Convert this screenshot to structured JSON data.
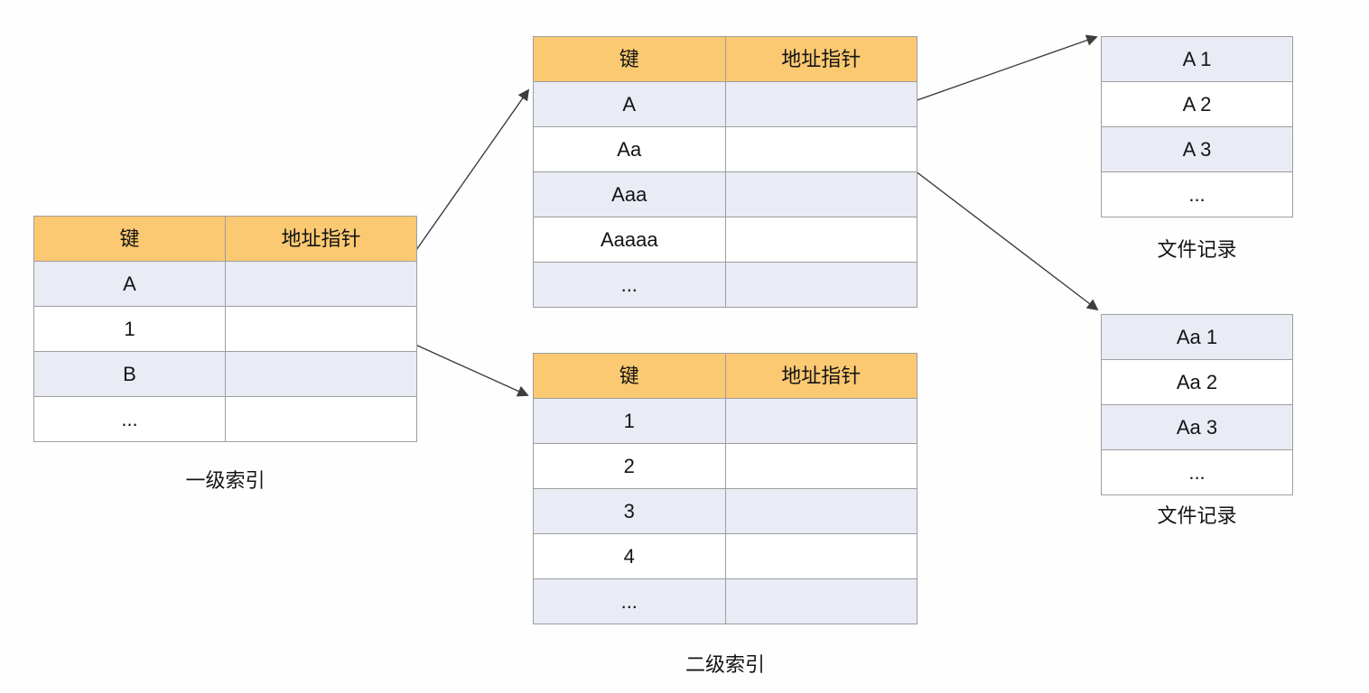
{
  "diagram": {
    "colors": {
      "header_bg": "#FBC972",
      "row_alt_bg": "#E9EBF5",
      "row_bg": "#FFFFFF",
      "border": "#9E9E9E",
      "arrow": "#3D3D3D",
      "text": "#141414"
    },
    "tables": [
      {
        "name": "first-level-index",
        "label": "一级索引",
        "headers": [
          "键",
          "地址指针"
        ],
        "rows": [
          [
            "A",
            ""
          ],
          [
            "1",
            ""
          ],
          [
            "B",
            ""
          ],
          [
            "...",
            ""
          ]
        ]
      },
      {
        "name": "second-level-index-letters",
        "label": "",
        "headers": [
          "键",
          "地址指针"
        ],
        "rows": [
          [
            "A",
            ""
          ],
          [
            "Aa",
            ""
          ],
          [
            "Aaa",
            ""
          ],
          [
            "Aaaaa",
            ""
          ],
          [
            "...",
            ""
          ]
        ]
      },
      {
        "name": "second-level-index-numbers",
        "label": "二级索引",
        "headers": [
          "键",
          "地址指针"
        ],
        "rows": [
          [
            "1",
            ""
          ],
          [
            "2",
            ""
          ],
          [
            "3",
            ""
          ],
          [
            "4",
            ""
          ],
          [
            "...",
            ""
          ]
        ]
      },
      {
        "name": "file-records-a",
        "label": "文件记录",
        "headers": null,
        "rows": [
          [
            "A 1"
          ],
          [
            "A 2"
          ],
          [
            "A 3"
          ],
          [
            "..."
          ]
        ]
      },
      {
        "name": "file-records-aa",
        "label": "文件记录",
        "headers": null,
        "rows": [
          [
            "Aa 1"
          ],
          [
            "Aa 2"
          ],
          [
            "Aa 3"
          ],
          [
            "..."
          ]
        ]
      }
    ],
    "arrows": [
      {
        "from": "first-level-index.row-A.pointer",
        "to": "second-level-index-letters"
      },
      {
        "from": "first-level-index.row-1.pointer",
        "to": "second-level-index-numbers"
      },
      {
        "from": "second-level-index-letters.row-A.pointer",
        "to": "file-records-a"
      },
      {
        "from": "second-level-index-letters.row-Aa.pointer",
        "to": "file-records-aa"
      }
    ]
  }
}
